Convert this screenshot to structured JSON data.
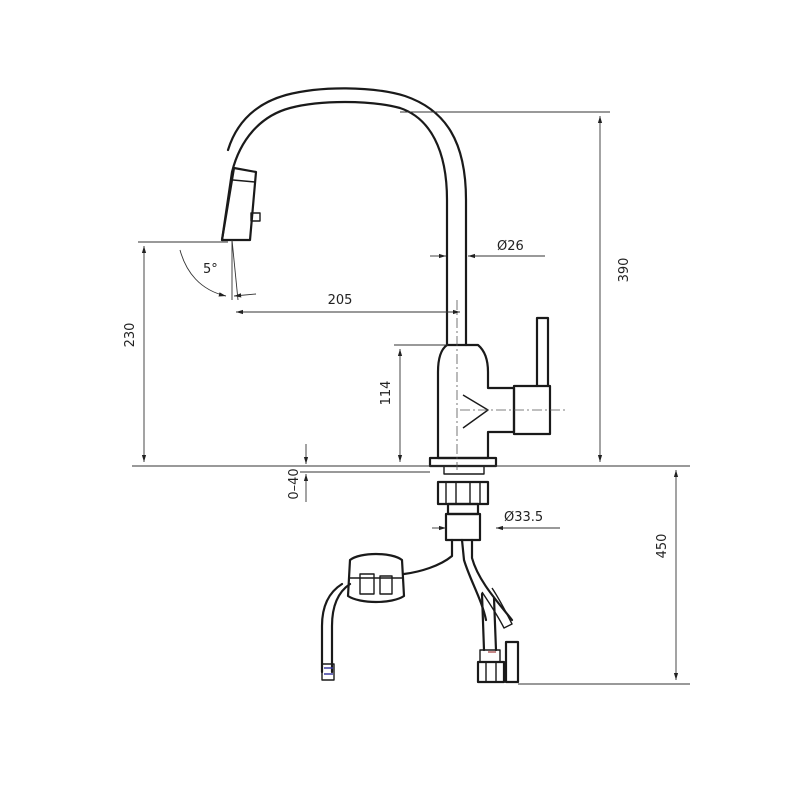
{
  "dimensions": {
    "spout_height": "390",
    "pipe_diameter": "Ø26",
    "spray_angle": "5°",
    "spout_reach": "205",
    "outlet_height": "230",
    "lever_height": "114",
    "deck_thickness": "0–40",
    "shank_diameter": "Ø33.5",
    "hose_length": "450"
  }
}
